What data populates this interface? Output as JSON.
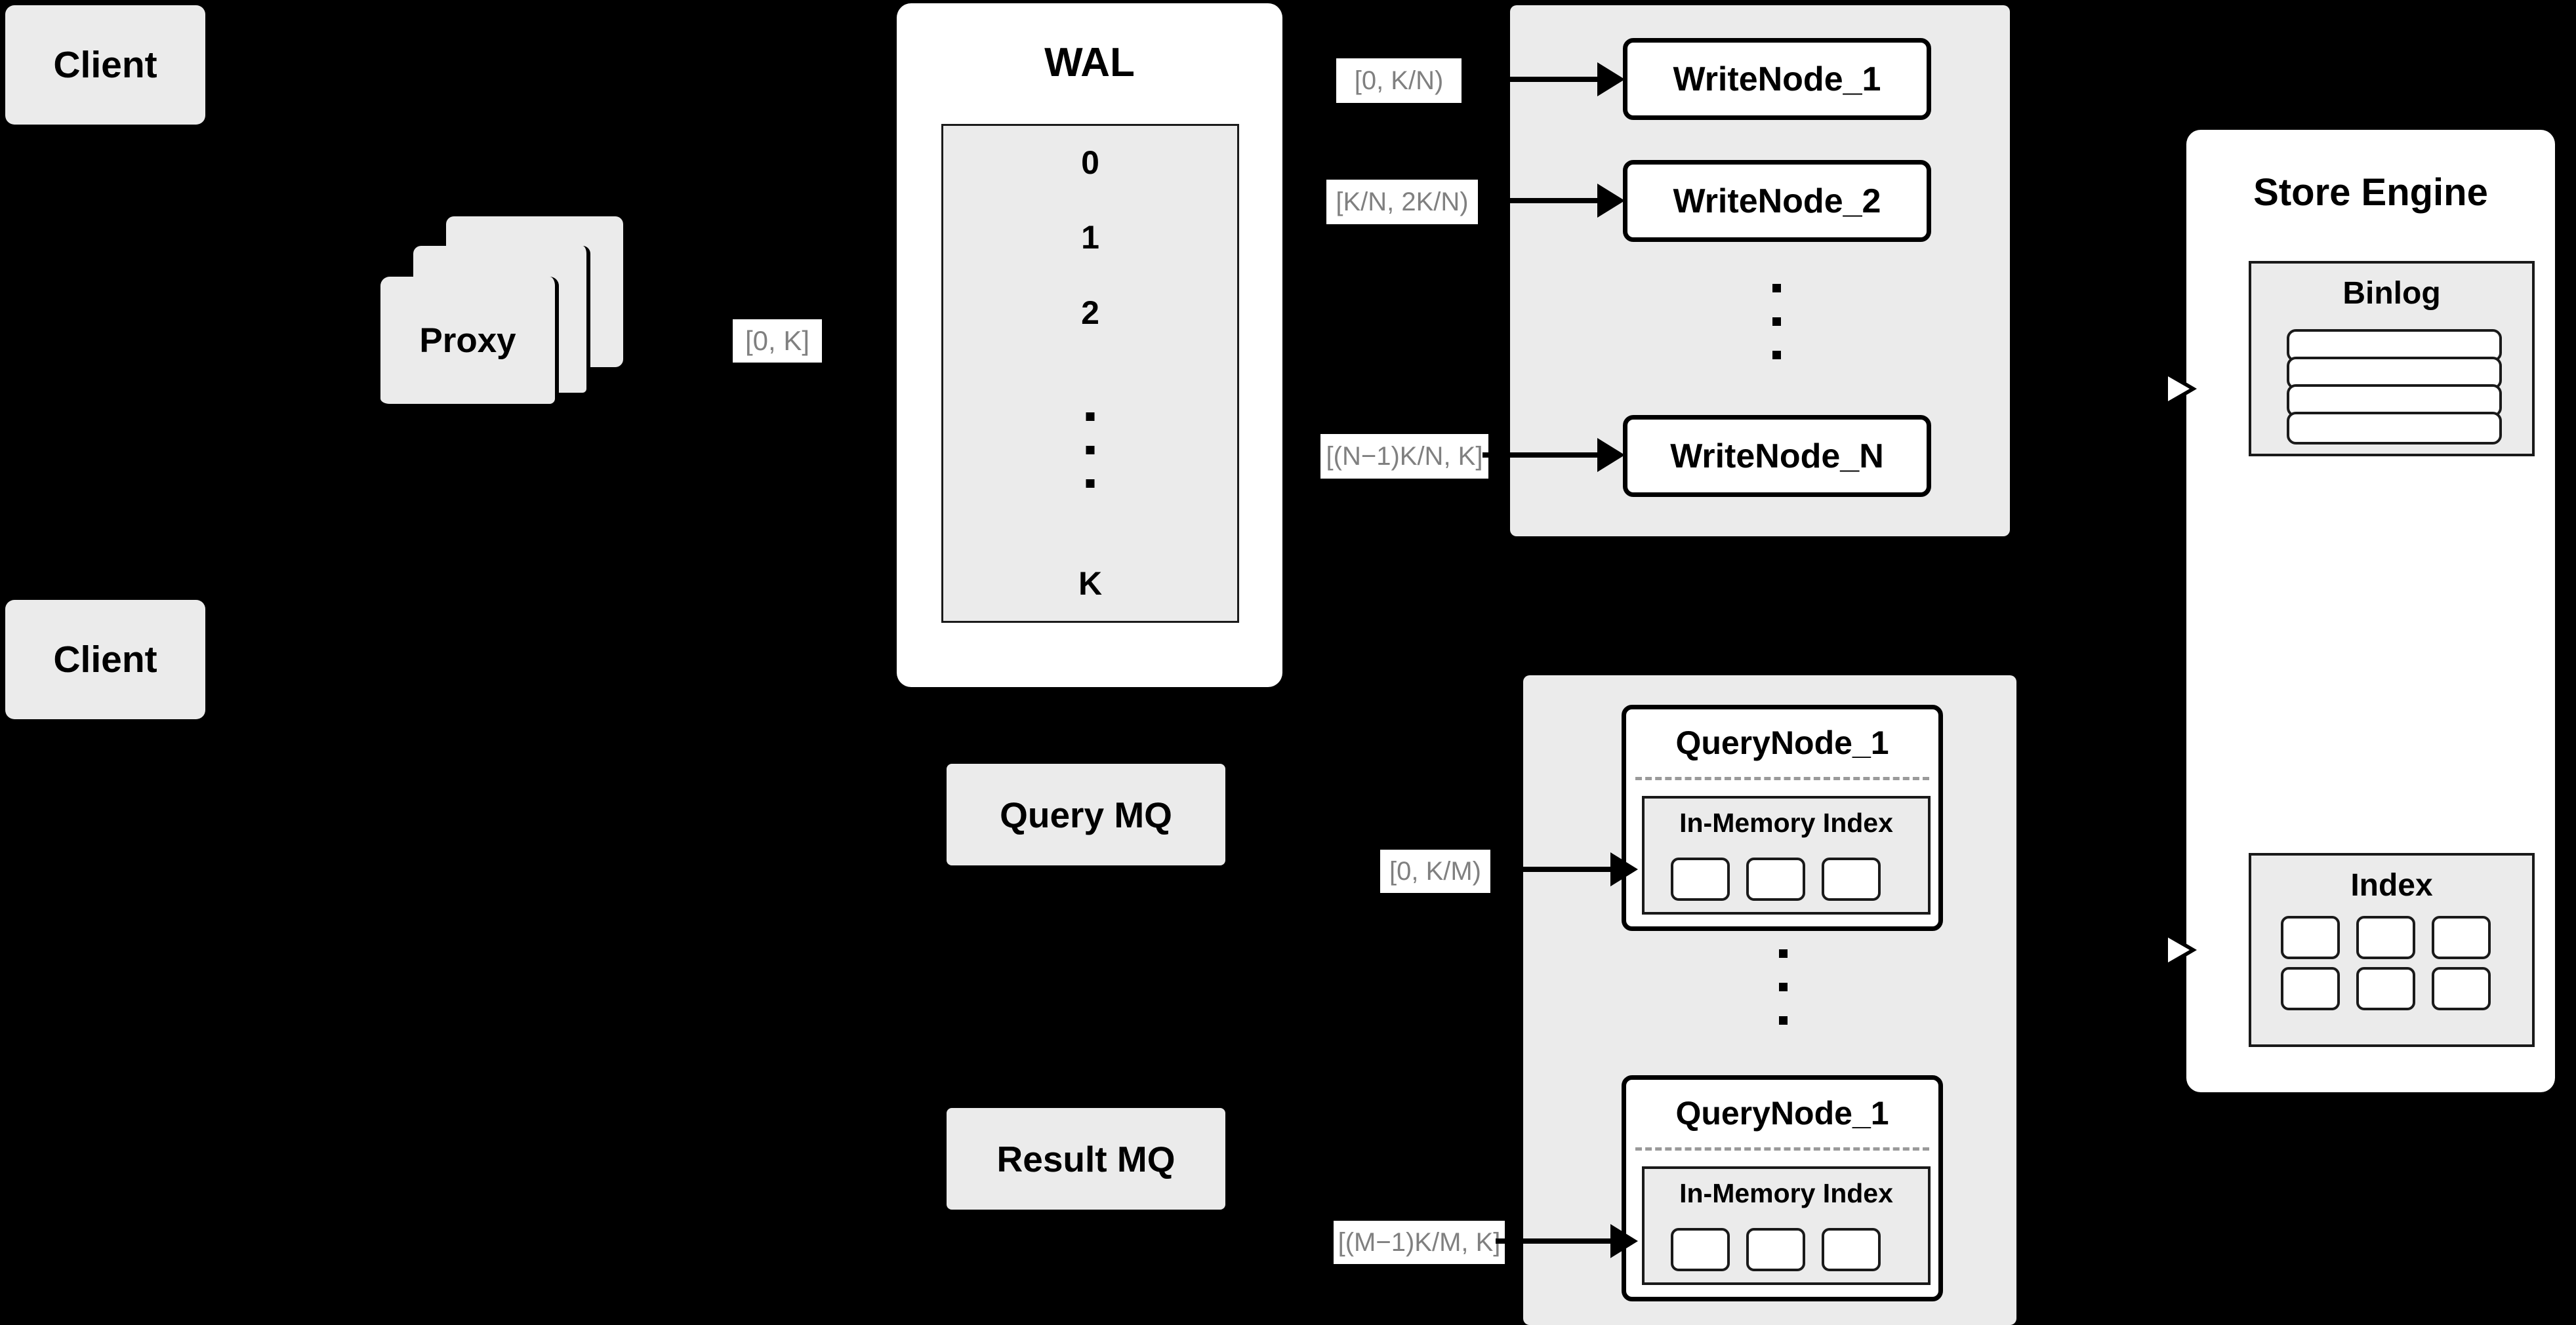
{
  "diagram": {
    "title": "Distributed Write/Query Architecture",
    "background_color": "#000000",
    "node_fill": "#ebebeb",
    "panel_fill": "#ffffff",
    "label_text_color": "#808080",
    "stroke_color": "#000000"
  },
  "clients": [
    {
      "label": "Client"
    },
    {
      "label": "Client"
    }
  ],
  "proxy": {
    "label": "Proxy",
    "stack_count": 3,
    "output_range_label": "[0, K]"
  },
  "wal": {
    "title": "WAL",
    "rows": [
      "0",
      "1",
      "2",
      "⋮",
      "K"
    ],
    "ellipsis_row_index": 3
  },
  "write_cluster": {
    "nodes": [
      {
        "label": "WriteNode_1",
        "range_label": "[0,  K/N)"
      },
      {
        "label": "WriteNode_2",
        "range_label": "[K/N, 2K/N)"
      },
      {
        "label": "WriteNode_N",
        "range_label": "[(N−1)K/N,  K]"
      }
    ],
    "ellipsis": "⋮"
  },
  "query_cluster": {
    "nodes": [
      {
        "label": "QueryNode_1",
        "range_label": "[0, K/M)",
        "index": {
          "title": "In-Memory Index",
          "cell_count": 3
        }
      },
      {
        "label": "QueryNode_1",
        "range_label": "[(M−1)K/M, K]",
        "index": {
          "title": "In-Memory Index",
          "cell_count": 3
        }
      }
    ],
    "ellipsis": "⋮"
  },
  "queues": [
    {
      "label": "Query MQ"
    },
    {
      "label": "Result MQ"
    }
  ],
  "store_engine": {
    "title": "Store Engine",
    "binlog": {
      "title": "Binlog",
      "row_count": 4
    },
    "index": {
      "title": "Index",
      "cell_rows": 2,
      "cell_cols": 3
    }
  }
}
